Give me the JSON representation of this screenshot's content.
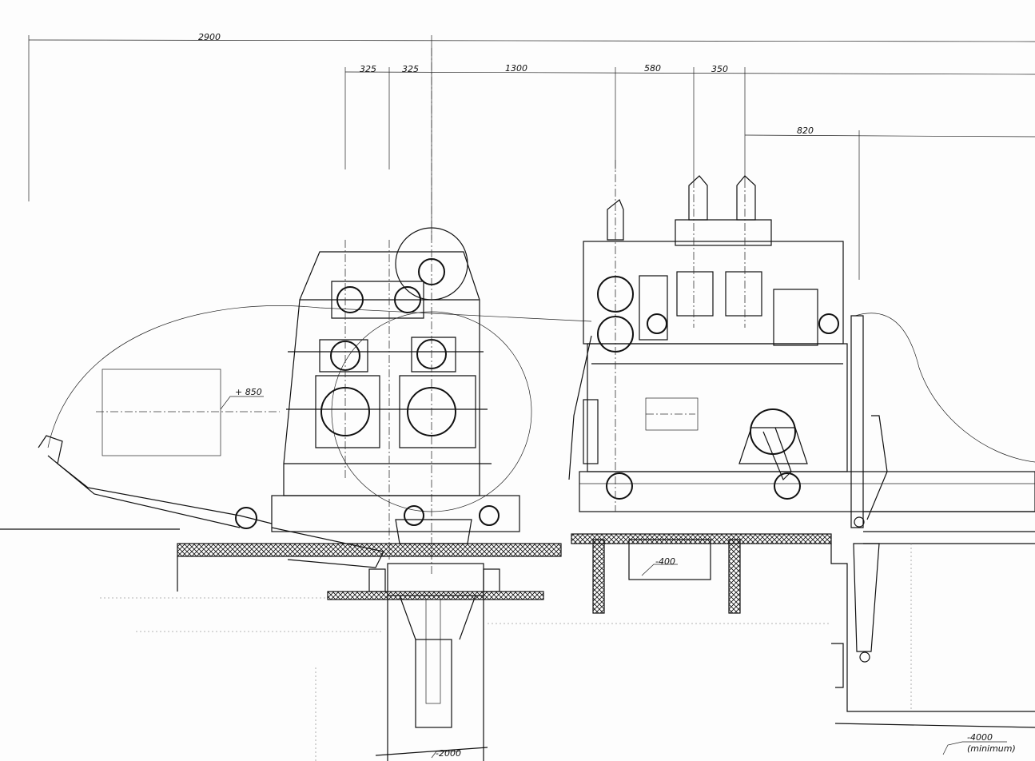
{
  "drawing": {
    "dimensions": {
      "overall": "2900",
      "d325a": "325",
      "d325b": "325",
      "d1300": "1300",
      "d580": "580",
      "d350": "350",
      "d820": "820"
    },
    "levels": {
      "plus850": "+ 850",
      "minus400": "-400",
      "minus2000": "-2000",
      "minus4000": "-4000",
      "minimum": "(minimum)"
    }
  }
}
